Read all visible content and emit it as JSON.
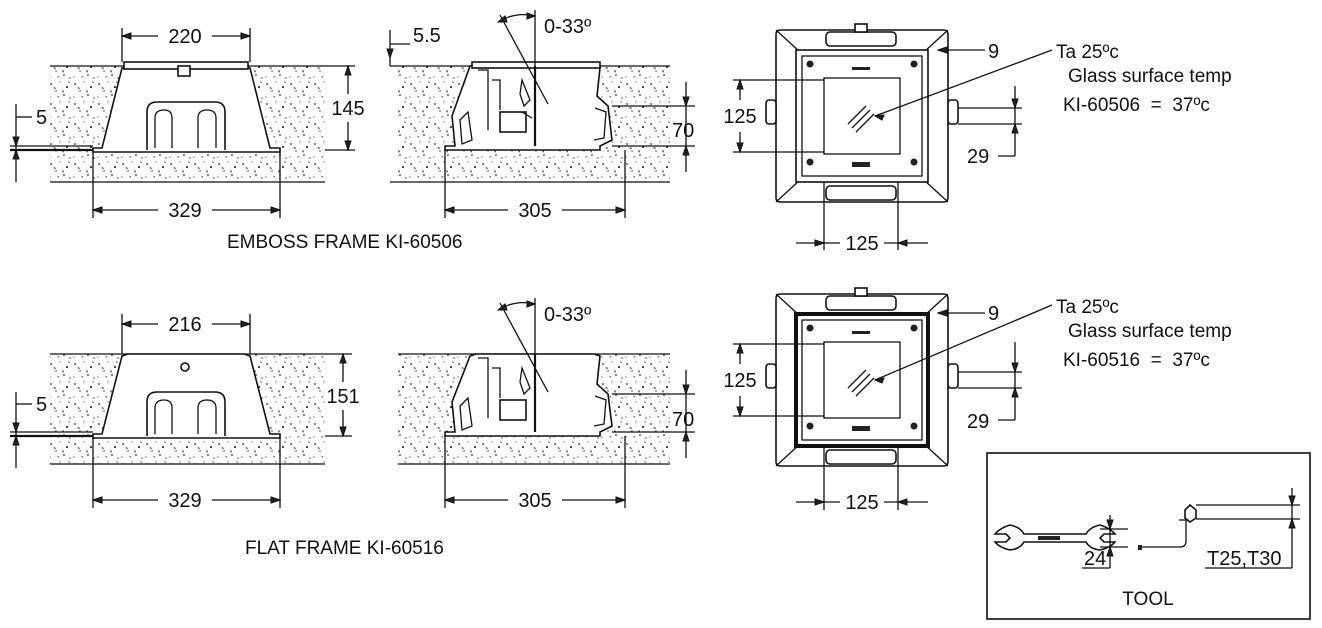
{
  "emboss": {
    "caption": "EMBOSS FRAME KI-60506",
    "top_width": "220",
    "height": "145",
    "frame_thickness": "5",
    "base_width": "329",
    "lip": "5.5",
    "tilt": "0-33º",
    "depth": "70",
    "section_width": "305",
    "plan_inner": "125",
    "plan_inner_bottom": "125",
    "plan_frame": "9",
    "plan_side": "29",
    "note_ta": "Ta 25ºc",
    "note_glass": "Glass surface temp",
    "note_model": "KI-60506  =  37ºc"
  },
  "flat": {
    "caption": "FLAT FRAME KI-60516",
    "top_width": "216",
    "height": "151",
    "frame_thickness": "5",
    "base_width": "329",
    "tilt": "0-33º",
    "depth": "70",
    "section_width": "305",
    "plan_inner": "125",
    "plan_inner_bottom": "125",
    "plan_frame": "9",
    "plan_side": "29",
    "note_ta": "Ta 25ºc",
    "note_glass": "Glass surface temp",
    "note_model": "KI-60516  =  37ºc"
  },
  "tool": {
    "title": "TOOL",
    "wrench_size": "24",
    "key_size": "T25,T30"
  }
}
